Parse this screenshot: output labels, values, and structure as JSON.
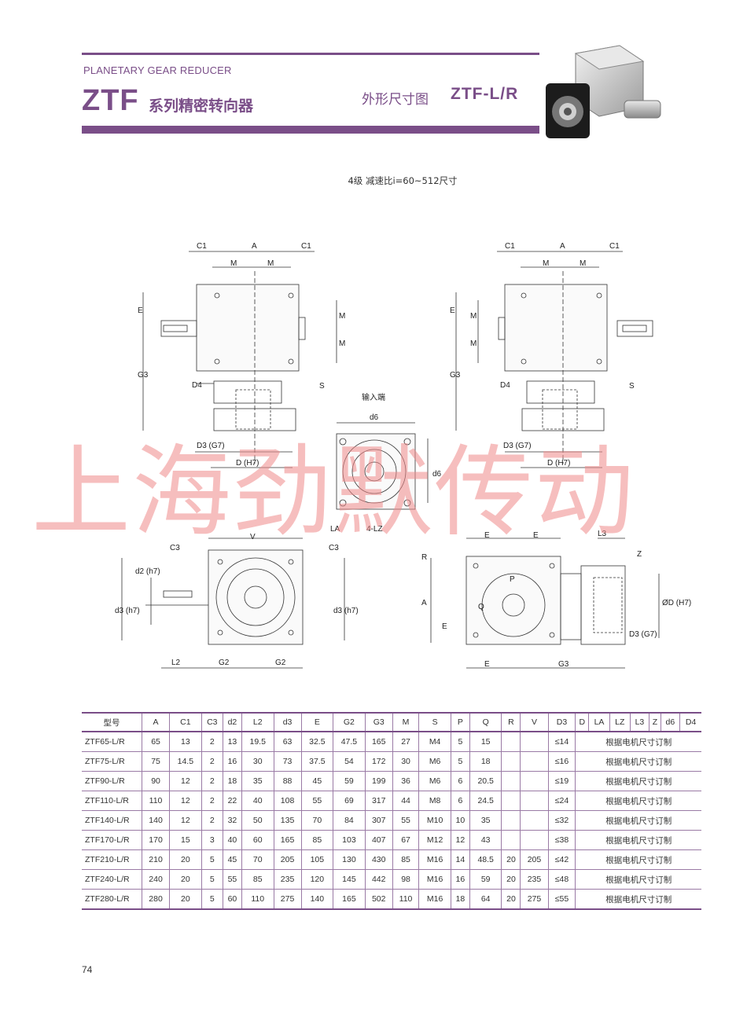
{
  "header": {
    "series_en": "PLANETARY GEAR REDUCER",
    "brand": "ZTF",
    "brand_cn": "系列精密转向器",
    "section_cn": "外形尺寸图",
    "section_model": "ZTF-L/R"
  },
  "ratio_note": "4级  减速比i=60~512尺寸",
  "drawing_labels": {
    "C1": "C1",
    "A": "A",
    "M": "M",
    "E": "E",
    "G3": "G3",
    "D4": "D4",
    "S": "S",
    "D3G7": "D3  (G7)",
    "DH7": "D  (H7)",
    "input": "输入端",
    "d6": "d6",
    "LA": "LA",
    "LZ": "4-LZ",
    "C3": "C3",
    "V": "V",
    "d2h7": "d2  (h7)",
    "d3h7": "d3  (h7)",
    "L2": "L2",
    "G2": "G2",
    "R": "R",
    "P": "P",
    "Q": "Q",
    "L3": "L3",
    "Z": "Z",
    "ODH7": "ØD (H7)",
    "D3G7v": "D3 (G7)"
  },
  "watermark": "上海劲默传动",
  "table": {
    "headers": [
      "型号",
      "A",
      "C1",
      "C3",
      "d2",
      "L2",
      "d3",
      "E",
      "G2",
      "G3",
      "M",
      "S",
      "P",
      "Q",
      "R",
      "V",
      "D3",
      "D",
      "LA",
      "LZ",
      "L3",
      "Z",
      "d6",
      "D4"
    ],
    "custom_note": "根据电机尺寸订制",
    "rows": [
      {
        "model": "ZTF65-L/R",
        "A": "65",
        "C1": "13",
        "C3": "2",
        "d2": "13",
        "L2": "19.5",
        "d3": "63",
        "E": "32.5",
        "G2": "47.5",
        "G3": "165",
        "M": "27",
        "S": "M4",
        "P": "5",
        "Q": "15",
        "R": "",
        "V": "",
        "D3": "≤14"
      },
      {
        "model": "ZTF75-L/R",
        "A": "75",
        "C1": "14.5",
        "C3": "2",
        "d2": "16",
        "L2": "30",
        "d3": "73",
        "E": "37.5",
        "G2": "54",
        "G3": "172",
        "M": "30",
        "S": "M6",
        "P": "5",
        "Q": "18",
        "R": "",
        "V": "",
        "D3": "≤16"
      },
      {
        "model": "ZTF90-L/R",
        "A": "90",
        "C1": "12",
        "C3": "2",
        "d2": "18",
        "L2": "35",
        "d3": "88",
        "E": "45",
        "G2": "59",
        "G3": "199",
        "M": "36",
        "S": "M6",
        "P": "6",
        "Q": "20.5",
        "R": "",
        "V": "",
        "D3": "≤19"
      },
      {
        "model": "ZTF110-L/R",
        "A": "110",
        "C1": "12",
        "C3": "2",
        "d2": "22",
        "L2": "40",
        "d3": "108",
        "E": "55",
        "G2": "69",
        "G3": "317",
        "M": "44",
        "S": "M8",
        "P": "6",
        "Q": "24.5",
        "R": "",
        "V": "",
        "D3": "≤24"
      },
      {
        "model": "ZTF140-L/R",
        "A": "140",
        "C1": "12",
        "C3": "2",
        "d2": "32",
        "L2": "50",
        "d3": "135",
        "E": "70",
        "G2": "84",
        "G3": "307",
        "M": "55",
        "S": "M10",
        "P": "10",
        "Q": "35",
        "R": "",
        "V": "",
        "D3": "≤32"
      },
      {
        "model": "ZTF170-L/R",
        "A": "170",
        "C1": "15",
        "C3": "3",
        "d2": "40",
        "L2": "60",
        "d3": "165",
        "E": "85",
        "G2": "103",
        "G3": "407",
        "M": "67",
        "S": "M12",
        "P": "12",
        "Q": "43",
        "R": "",
        "V": "",
        "D3": "≤38"
      },
      {
        "model": "ZTF210-L/R",
        "A": "210",
        "C1": "20",
        "C3": "5",
        "d2": "45",
        "L2": "70",
        "d3": "205",
        "E": "105",
        "G2": "130",
        "G3": "430",
        "M": "85",
        "S": "M16",
        "P": "14",
        "Q": "48.5",
        "R": "20",
        "V": "205",
        "D3": "≤42"
      },
      {
        "model": "ZTF240-L/R",
        "A": "240",
        "C1": "20",
        "C3": "5",
        "d2": "55",
        "L2": "85",
        "d3": "235",
        "E": "120",
        "G2": "145",
        "G3": "442",
        "M": "98",
        "S": "M16",
        "P": "16",
        "Q": "59",
        "R": "20",
        "V": "235",
        "D3": "≤48"
      },
      {
        "model": "ZTF280-L/R",
        "A": "280",
        "C1": "20",
        "C3": "5",
        "d2": "60",
        "L2": "110",
        "d3": "275",
        "E": "140",
        "G2": "165",
        "G3": "502",
        "M": "110",
        "S": "M16",
        "P": "18",
        "Q": "64",
        "R": "20",
        "V": "275",
        "D3": "≤55"
      }
    ]
  },
  "page_number": "74"
}
